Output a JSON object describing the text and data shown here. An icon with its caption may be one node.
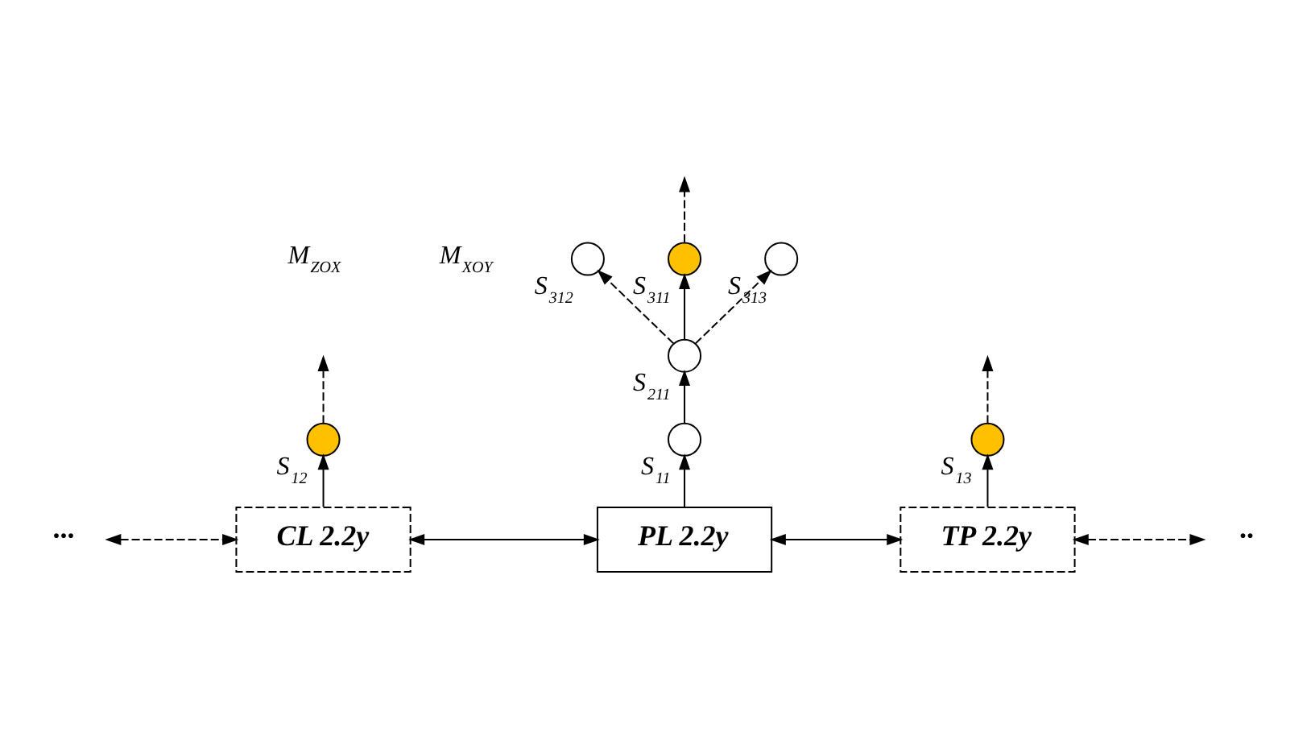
{
  "diagram": {
    "nodes": [
      {
        "text": [],
        "shape": "circle",
        "beside": [
          "S$_{312}$"
        ]
      },
      {
        "text": [],
        "shape": "circle",
        "beside": [
          "S$_{311}$"
        ]
      },
      {
        "text": [],
        "shape": "circle",
        "beside": [
          "S$_{313}$"
        ]
      },
      {
        "text": [],
        "shape": "circle",
        "beside": [
          "S$_{211}$"
        ]
      },
      {
        "text": [],
        "shape": "circle",
        "beside": [
          "S$_{12}$"
        ]
      },
      {
        "text": [],
        "shape": "circle",
        "beside": [
          "S$_{11}$"
        ]
      },
      {
        "text": [],
        "shape": "circle",
        "beside": [
          "S$_{13}$"
        ]
      },
      {
        "text": [
          "···"
        ]
      },
      {
        "text": [
          "CL 2.2y"
        ]
      },
      {
        "text": [
          "PL 2.2y"
        ]
      },
      {
        "text": [
          "TP 2.2y"
        ]
      },
      {
        "text": [
          "··"
        ]
      }
    ],
    "edges": [
      {
        "from": 8,
        "to": 4,
        "arrow": "to"
      },
      {
        "from": 4,
        "to": null,
        "arrow": "to",
        "style": "dashed"
      },
      {
        "from": 9,
        "to": 5,
        "arrow": "to"
      },
      {
        "from": 5,
        "to": 3,
        "arrow": "to"
      },
      {
        "from": 3,
        "to": 0,
        "arrow": "to",
        "style": "dashed"
      },
      {
        "from": 3,
        "to": 1,
        "arrow": "to"
      },
      {
        "from": 3,
        "to": 2,
        "arrow": "to",
        "style": "dashed"
      },
      {
        "from": 1,
        "to": null,
        "arrow": "to",
        "style": "dashed"
      },
      {
        "from": 10,
        "to": 6,
        "arrow": "to"
      },
      {
        "from": 6,
        "to": null,
        "arrow": "to",
        "style": "dashed"
      },
      {
        "from": 7,
        "to": 8,
        "arrow": "both",
        "style": "dashed"
      },
      {
        "from": 8,
        "to": 9,
        "arrow": "both"
      },
      {
        "from": 9,
        "to": 10,
        "arrow": "both"
      },
      {
        "from": 10,
        "to": 11,
        "arrow": "both",
        "style": "dashed"
      }
    ],
    "labels": [
      "M$_{ZOX}$",
      "M$_{XOY}$"
    ]
  }
}
